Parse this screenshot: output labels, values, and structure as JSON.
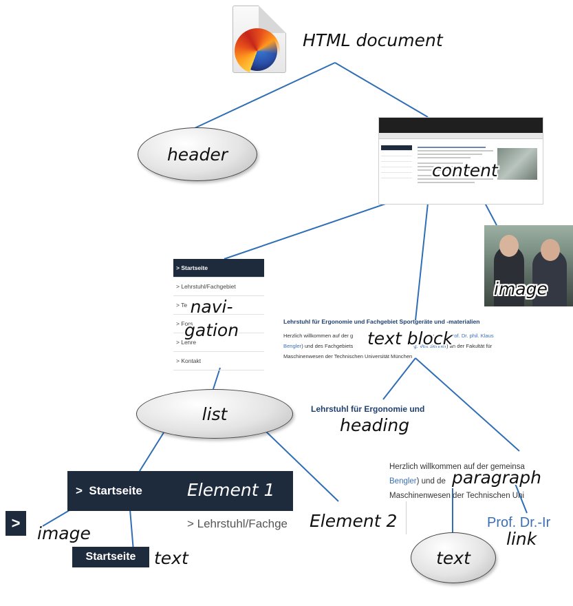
{
  "labels": {
    "root": "HTML document",
    "header": "header",
    "content": "content",
    "image": "image",
    "navigation": "navi-\ngation",
    "text_block": "text block",
    "list": "list",
    "heading": "heading",
    "paragraph": "paragraph",
    "element1": "Element 1",
    "element2": "Element 2",
    "image2": "image",
    "text": "text",
    "link": "link",
    "text2": "text"
  },
  "nav_items": [
    {
      "label": "> Startseite",
      "active": true
    },
    {
      "label": "> Lehrstuhl/Fachgebiet",
      "active": false
    },
    {
      "label": "> Te",
      "active": false
    },
    {
      "label": "> Fors",
      "active": false
    },
    {
      "label": "> Lehre",
      "active": false
    },
    {
      "label": "> Kontakt",
      "active": false
    }
  ],
  "text_block": {
    "heading": "Lehrstuhl für Ergonomie und Fachgebiet Sportgeräte und -materialien",
    "line1_a": "Herzlich willkommen auf der g",
    "line1_b": "Ergonomie (",
    "line1_link": "Prof. Dr. phil. Klaus",
    "line2_link_a": "Bengler",
    "line2_a": ") und des Fachgebiets",
    "line2_link_b": "g. Veit Senner",
    "line2_b": ") an der Fakultät für",
    "line3": "Maschinenwesen der Technischen Universität München"
  },
  "heading_example": "Lehrstuhl für Ergonomie und",
  "paragraph_example": {
    "line1": "Herzlich willkommen auf der gemeinsa",
    "line2_link": "Bengler",
    "line2_text": ") und de",
    "line3": "Maschinenwesen der Technischen Uni"
  },
  "element1_text": "Startseite",
  "element1_chevron": ">",
  "element2_text": "> Lehrstuhl/Fachge",
  "image_chevron": ">",
  "text_example": "Startseite",
  "link_example": "Prof. Dr.-Ir",
  "colors": {
    "nav_dark": "#1d2b3d",
    "link_blue": "#3a6fb7",
    "line_blue": "#2f6db5"
  }
}
